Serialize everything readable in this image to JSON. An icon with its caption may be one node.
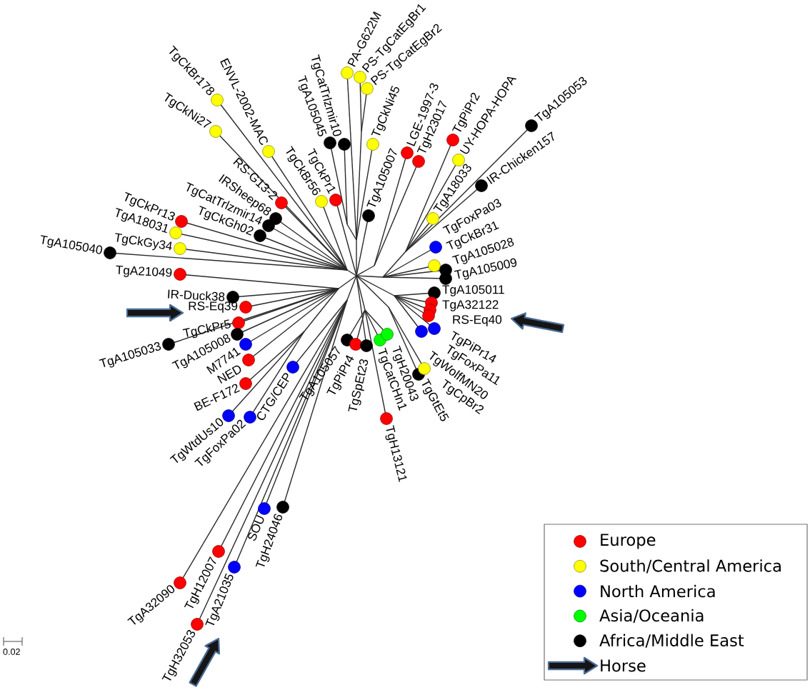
{
  "diagram": {
    "labels": [
      "TgCkBr178",
      "ENVL-2002-MAC",
      "TgCatTrlzmir10",
      "PA-G622M",
      "PS-TgCatEgBr1",
      "PS-TgCatEgBr2",
      "TgCkNi27",
      "TgA105045",
      "TgCkNi45",
      "LGE-1997-3",
      "TgH23017",
      "TgPiPr2",
      "UY-HOPA-HOPA",
      "TgA105053",
      "TgA18031",
      "TgCkPr13",
      "TgCatTrlzmir14",
      "TgCkGh02",
      "IRSheep68",
      "RS-G13-2",
      "TgCkBr56",
      "TgCkPr1",
      "TgA105007",
      "TgA18033",
      "TgFoxPa03",
      "IR-Chicken157",
      "TgA105040",
      "TgCkGy34",
      "TgA21049",
      "TgCkBr31",
      "TgA105028",
      "TgA105009",
      "IR-Duck38",
      "TgA105011",
      "RS-Eq39",
      "TgA32122",
      "TgCkPr5",
      "RS-Eq40",
      "TgA105033",
      "TgA105008",
      "M7741",
      "NED",
      "TgA105057",
      "TgPiPr4",
      "TgSpEt23",
      "TgCatCHn1",
      "TgH20043",
      "TgWolfMN20",
      "TgPiPr14",
      "TgFoxPa11",
      "TgWtdUs10",
      "BE-F172",
      "TgFoxPa02",
      "CTG/CEP",
      "TgH13121",
      "TgGtEt5",
      "TgCpBr2",
      "TgH12007",
      "SOU",
      "TgH24046",
      "TgA32090",
      "TgA21035",
      "0.02",
      "TgH32053"
    ],
    "legend": [
      {
        "text": "Europe",
        "color": "#ff0000"
      },
      {
        "text": "South/Central America",
        "color": "#ffff00"
      },
      {
        "text": "North America",
        "color": "#0000ff"
      },
      {
        "text": "Asia/Oceania",
        "color": "#00ff00"
      },
      {
        "text": "Africa/Middle East",
        "color": "#000000"
      },
      {
        "text": "Horse"
      }
    ]
  }
}
